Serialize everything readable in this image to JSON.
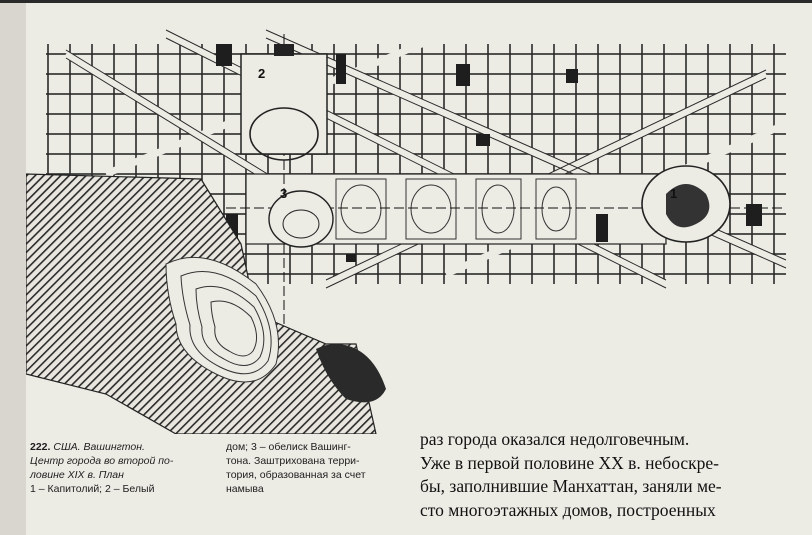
{
  "figure": {
    "number": "222.",
    "title_line_1": "США. Вашингтон.",
    "title_line_2": "Центр города во второй по-",
    "title_line_3": "ловине XIX в. План",
    "legend_1": "1 – Капитолий; 2 – Белый",
    "legend_2": "дом; 3 – обелиск Вашинг-",
    "legend_3": "тона. Заштрихована терри-",
    "legend_4": "тория, образованная за счет",
    "legend_5": "намыва",
    "marker_1": "1",
    "marker_2": "2",
    "marker_3": "3"
  },
  "body_text": {
    "line_1": "раз города оказался недолговечным.",
    "line_2": "Уже в первой половине XX в. небоскре-",
    "line_3": "бы, заполнившие Манхаттан, заняли ме-",
    "line_4": "сто многоэтажных домов, построенных"
  },
  "colors": {
    "ink": "#1b1b1b",
    "paper": "#ecebe4",
    "hatch": "#2b2b2b"
  }
}
